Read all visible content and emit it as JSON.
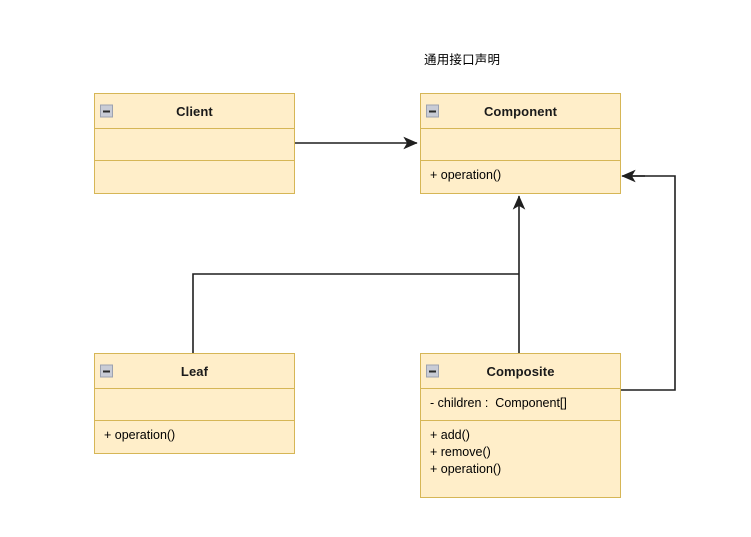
{
  "diagram": {
    "title_note": "通用接口声明",
    "icon_name": "collapse-minus-icon",
    "colors": {
      "box_fill": "#ffeec9",
      "box_border": "#d6b656",
      "edge": "#1f1f1f",
      "text": "#000000"
    }
  },
  "classes": [
    {
      "id": "client",
      "name": "Client",
      "attributes": [],
      "operations": []
    },
    {
      "id": "component",
      "name": "Component",
      "attributes": [],
      "operations": [
        "+ operation()"
      ]
    },
    {
      "id": "leaf",
      "name": "Leaf",
      "attributes": [],
      "operations": [
        "+ operation()"
      ]
    },
    {
      "id": "composite",
      "name": "Composite",
      "attributes": [
        "- children :  Component[]"
      ],
      "operations": [
        "+ add()",
        "+ remove()",
        "+ operation()"
      ]
    }
  ],
  "relations": [
    {
      "id": "client-uses-component",
      "from": "Client",
      "to": "Component",
      "kind": "association"
    },
    {
      "id": "leaf-extends-component",
      "from": "Leaf",
      "to": "Component",
      "kind": "generalization"
    },
    {
      "id": "composite-extends-component",
      "from": "Composite",
      "to": "Component",
      "kind": "generalization"
    },
    {
      "id": "composite-aggregates-component",
      "from": "Composite",
      "to": "Component",
      "kind": "aggregation"
    }
  ]
}
